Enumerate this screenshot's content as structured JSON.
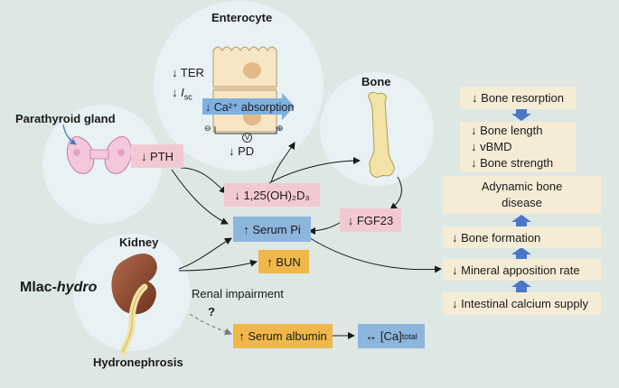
{
  "labels": {
    "enterocyte": "Enterocyte",
    "ter": "↓ TER",
    "isc_prefix": "↓ ",
    "isc_main": "I",
    "isc_sub": "sc",
    "ca_absorption": "↓ Ca²⁺ absorption",
    "pd": "↓ PD",
    "pd_symbol": "V",
    "minus_sign": "⊖",
    "plus_sign": "⊕",
    "bone": "Bone",
    "parathyroid": "Parathyroid gland",
    "kidney": "Kidney",
    "mlac_prefix": "Mlac-",
    "mlac_italic": "hydro",
    "renal_impairment": "Renal impairment",
    "question": "?",
    "hydronephrosis": "Hydronephrosis"
  },
  "boxes": {
    "pth": "↓ PTH",
    "vitd": "↓ 1,25(OH)₂D₃",
    "serum_pi": "↑ Serum Pi",
    "fgf23": "↓ FGF23",
    "bun": "↑ BUN",
    "serum_albumin": "↑ Serum albumin",
    "ca_total_prefix": "↔ [Ca]",
    "ca_total_sub": "total"
  },
  "cascade": {
    "bone_resorption": "↓ Bone resorption",
    "bone_length": "↓ Bone length",
    "vbmd": "↓ vBMD",
    "bone_strength": "↓ Bone strength",
    "adynamic_1": "Adynamic bone",
    "adynamic_2": "disease",
    "bone_formation": "↓ Bone formation",
    "mineral_apposition": "↓ Mineral apposition rate",
    "intestinal_calcium": "↓ Intestinal calcium supply"
  },
  "colors": {
    "background": "#dde7e4",
    "circle": "#e8f1f4",
    "pink_box": "#f2c9d3",
    "blue_box": "#8db6dd",
    "orange_box": "#f0b84a",
    "cream_box": "#f6ecd6",
    "cascade_arrow": "#4a78c8"
  }
}
